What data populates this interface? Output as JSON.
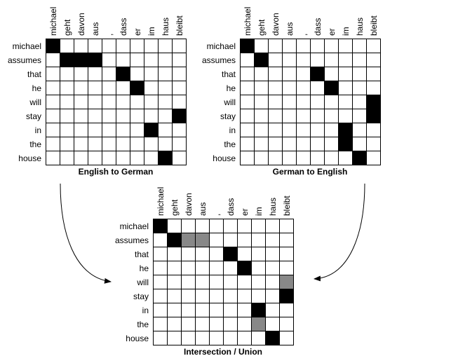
{
  "german_words": [
    "michael",
    "geht",
    "davon",
    "aus",
    ",",
    "dass",
    "er",
    "im",
    "haus",
    "bleibt"
  ],
  "english_words": [
    "michael",
    "assumes",
    "that",
    "he",
    "will",
    "stay",
    "in",
    "the",
    "house"
  ],
  "panels": [
    {
      "id": "english-to-german",
      "caption": "English to German",
      "cells": [
        {
          "row": 0,
          "col": 0,
          "fill": "black"
        },
        {
          "row": 1,
          "col": 1,
          "fill": "black"
        },
        {
          "row": 1,
          "col": 2,
          "fill": "black"
        },
        {
          "row": 1,
          "col": 3,
          "fill": "black"
        },
        {
          "row": 2,
          "col": 5,
          "fill": "black"
        },
        {
          "row": 3,
          "col": 6,
          "fill": "black"
        },
        {
          "row": 5,
          "col": 9,
          "fill": "black"
        },
        {
          "row": 6,
          "col": 7,
          "fill": "black"
        },
        {
          "row": 8,
          "col": 8,
          "fill": "black"
        }
      ]
    },
    {
      "id": "german-to-english",
      "caption": "German to English",
      "cells": [
        {
          "row": 0,
          "col": 0,
          "fill": "black"
        },
        {
          "row": 1,
          "col": 1,
          "fill": "black"
        },
        {
          "row": 2,
          "col": 5,
          "fill": "black"
        },
        {
          "row": 3,
          "col": 6,
          "fill": "black"
        },
        {
          "row": 4,
          "col": 9,
          "fill": "black"
        },
        {
          "row": 5,
          "col": 9,
          "fill": "black"
        },
        {
          "row": 6,
          "col": 7,
          "fill": "black"
        },
        {
          "row": 7,
          "col": 7,
          "fill": "black"
        },
        {
          "row": 8,
          "col": 8,
          "fill": "black"
        }
      ]
    },
    {
      "id": "intersection-union",
      "caption": "Intersection / Union",
      "cells": [
        {
          "row": 0,
          "col": 0,
          "fill": "black"
        },
        {
          "row": 1,
          "col": 1,
          "fill": "black"
        },
        {
          "row": 1,
          "col": 2,
          "fill": "gray"
        },
        {
          "row": 1,
          "col": 3,
          "fill": "gray"
        },
        {
          "row": 2,
          "col": 5,
          "fill": "black"
        },
        {
          "row": 3,
          "col": 6,
          "fill": "black"
        },
        {
          "row": 4,
          "col": 9,
          "fill": "gray"
        },
        {
          "row": 5,
          "col": 9,
          "fill": "black"
        },
        {
          "row": 6,
          "col": 7,
          "fill": "black"
        },
        {
          "row": 7,
          "col": 7,
          "fill": "gray"
        },
        {
          "row": 8,
          "col": 8,
          "fill": "black"
        }
      ]
    }
  ],
  "colors": {
    "black": "#000000",
    "gray": "#888888",
    "line": "#000000"
  }
}
